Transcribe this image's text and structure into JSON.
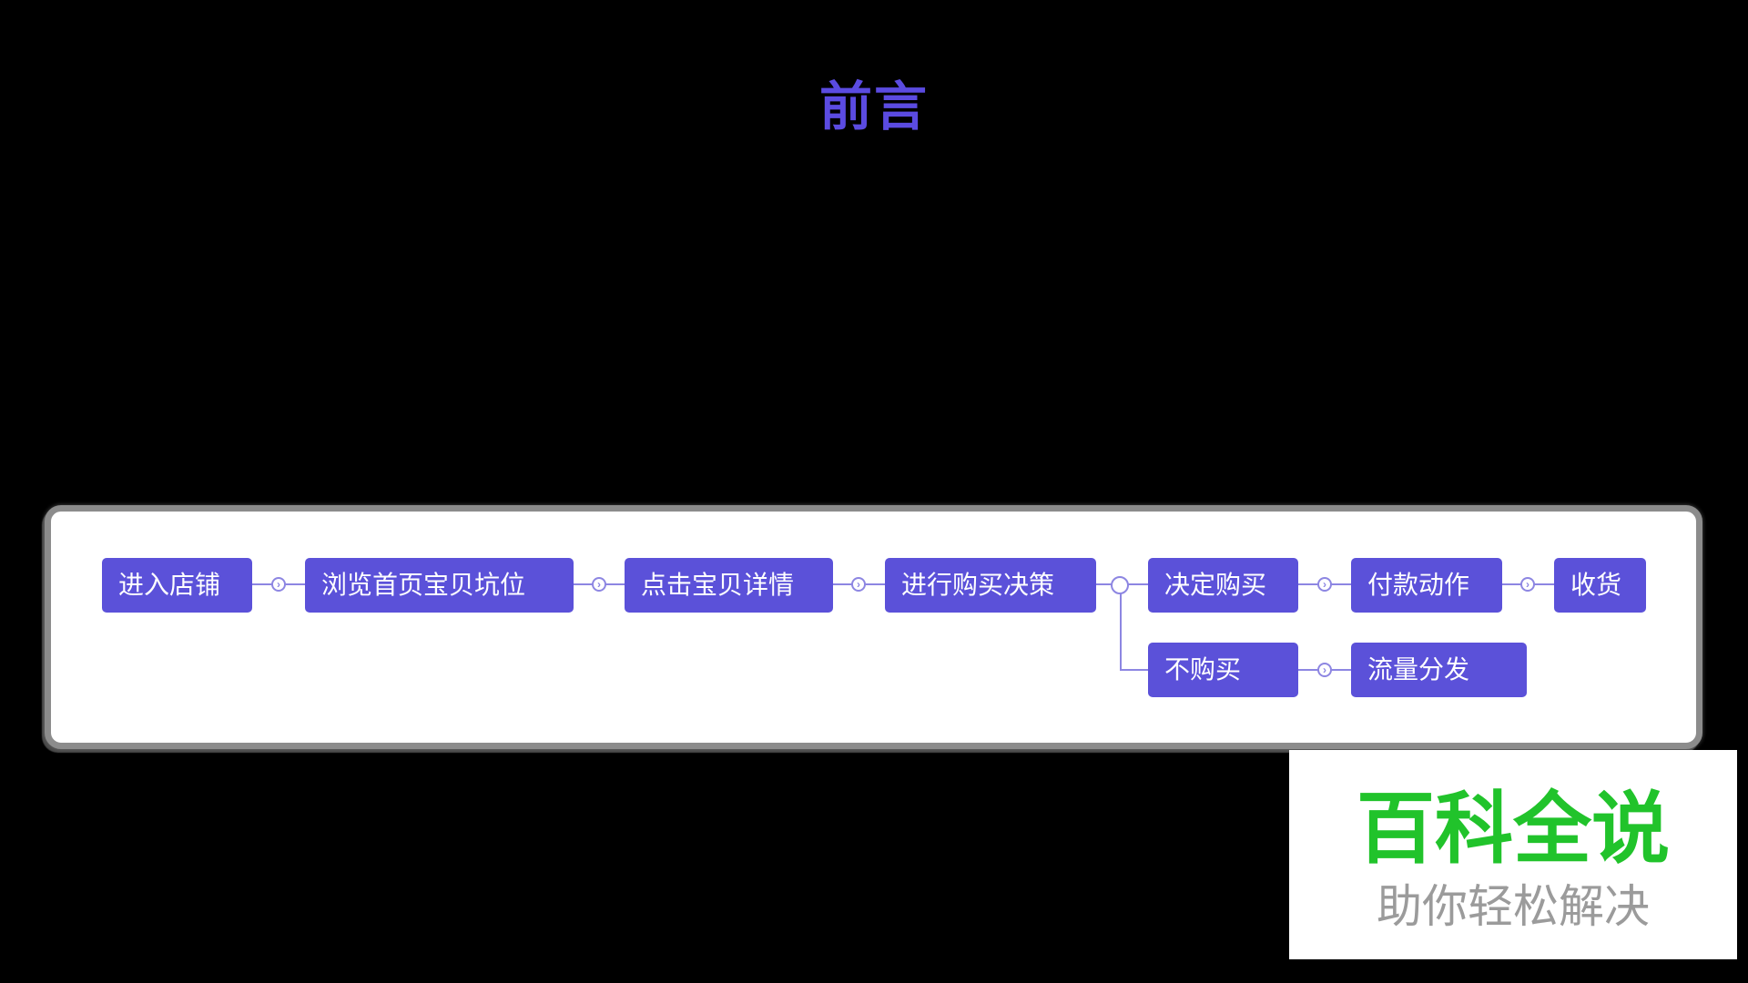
{
  "title": {
    "text": "前言",
    "color": "#5B4BE1"
  },
  "flowchart": {
    "nodes": [
      {
        "id": "enter-shop",
        "label": "进入店铺"
      },
      {
        "id": "browse-home-slots",
        "label": "浏览首页宝贝坑位"
      },
      {
        "id": "click-item-detail",
        "label": "点击宝贝详情"
      },
      {
        "id": "purchase-decision",
        "label": "进行购买决策"
      },
      {
        "id": "decide-to-buy",
        "label": "决定购买"
      },
      {
        "id": "payment-action",
        "label": "付款动作"
      },
      {
        "id": "receive-goods",
        "label": "收货"
      },
      {
        "id": "not-buy",
        "label": "不购买"
      },
      {
        "id": "traffic-distribution",
        "label": "流量分发"
      }
    ],
    "colors": {
      "node_fill": "#5B51D9",
      "node_text": "#FFFFFF",
      "connector": "#8D86E2",
      "panel_background": "#FFFFFF",
      "panel_border": "#8C8C8C"
    },
    "icons": {
      "chevron": "›"
    }
  },
  "watermark": {
    "brand": "百科全说",
    "tagline": "助你轻松解决",
    "brand_color": "#21C32B",
    "tagline_color": "#9B9B9B"
  },
  "background_color": "#000000"
}
